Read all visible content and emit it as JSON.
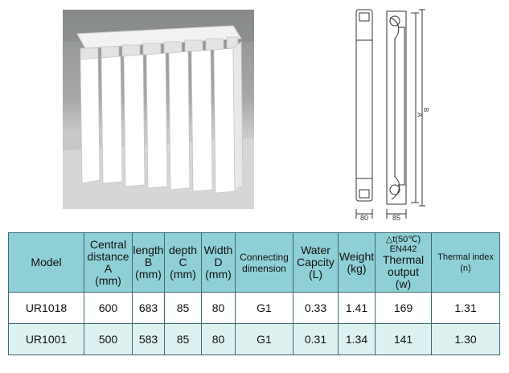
{
  "drawing": {
    "dim_width": "80",
    "dim_depth": "85",
    "dim_A": "A",
    "dim_B": "B"
  },
  "table": {
    "headers": {
      "model": "Model",
      "central": [
        "Central",
        "distance",
        "A",
        "(mm)"
      ],
      "length": [
        "length",
        "B",
        "(mm)"
      ],
      "depth": [
        "depth",
        "C",
        "(mm)"
      ],
      "width": [
        "Width",
        "D",
        "(mm)"
      ],
      "connecting": [
        "Connecting",
        "dimension"
      ],
      "water": [
        "Water",
        "Capcity",
        "(L)"
      ],
      "weight": [
        "Weight",
        "(kg)"
      ],
      "output": [
        "△t(50℃)",
        "EN442",
        "Thermal",
        "output",
        "(w)"
      ],
      "thermal_index": [
        "Thermal index",
        "(n)"
      ]
    },
    "rows": [
      [
        "UR1018",
        "600",
        "683",
        "85",
        "80",
        "G1",
        "0.33",
        "1.41",
        "169",
        "1.31"
      ],
      [
        "UR1001",
        "500",
        "583",
        "85",
        "80",
        "G1",
        "0.31",
        "1.34",
        "141",
        "1.30"
      ]
    ]
  }
}
